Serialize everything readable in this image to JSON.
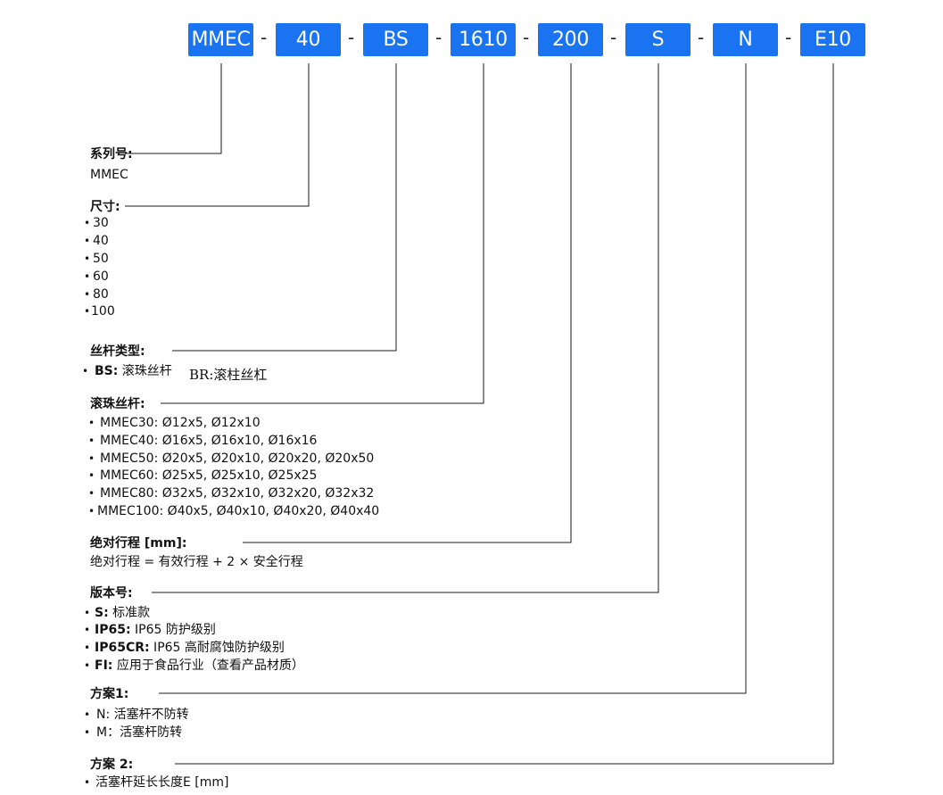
{
  "code_segments": [
    {
      "label": "MMEC"
    },
    {
      "label": "40"
    },
    {
      "label": "BS"
    },
    {
      "label": "1610"
    },
    {
      "label": "200"
    },
    {
      "label": "S"
    },
    {
      "label": "N"
    },
    {
      "label": "E10"
    }
  ],
  "separator": "-",
  "bullet": "•",
  "colors": {
    "box": "#1a73f0",
    "line": "#1b1b1b"
  },
  "sections": {
    "series": {
      "title": "系列号:",
      "value": "MMEC"
    },
    "size": {
      "title": "尺寸:",
      "items": [
        "30",
        "40",
        "50",
        "60",
        "80",
        "100"
      ]
    },
    "screw_type": {
      "title": "丝杆类型:",
      "item_key": "BS:",
      "item_val": " 滚珠丝杆",
      "alt": "BR:滚柱丝杠"
    },
    "ball_screw": {
      "title": "滚珠丝杆:",
      "items": [
        "MMEC30: Ø12x5, Ø12x10",
        "MMEC40: Ø16x5, Ø16x10, Ø16x16",
        "MMEC50: Ø20x5, Ø20x10, Ø20x20,  Ø20x50",
        "MMEC60: Ø25x5, Ø25x10, Ø25x25",
        "MMEC80: Ø32x5, Ø32x10, Ø32x20, Ø32x32",
        "MMEC100: Ø40x5, Ø40x10, Ø40x20, Ø40x40"
      ]
    },
    "stroke": {
      "title": "绝对行程 [mm]:",
      "value": "绝对行程 = 有效行程 + 2 × 安全行程"
    },
    "version": {
      "title": "版本号:",
      "items": [
        {
          "key": "S:",
          "val": " 标准款"
        },
        {
          "key": "IP65:",
          "val": " IP65 防护级别"
        },
        {
          "key": "IP65CR:",
          "val": " IP65 高耐腐蚀防护级别"
        },
        {
          "key": "FI:",
          "val": " 应用于食品行业（查看产品材质）"
        }
      ]
    },
    "option1": {
      "title": "方案1:",
      "items": [
        "N:   活塞杆不防转",
        "M：活塞杆防转"
      ]
    },
    "option2": {
      "title": "方案 2:",
      "items": [
        "活塞杆延长长度E [mm]"
      ]
    }
  }
}
